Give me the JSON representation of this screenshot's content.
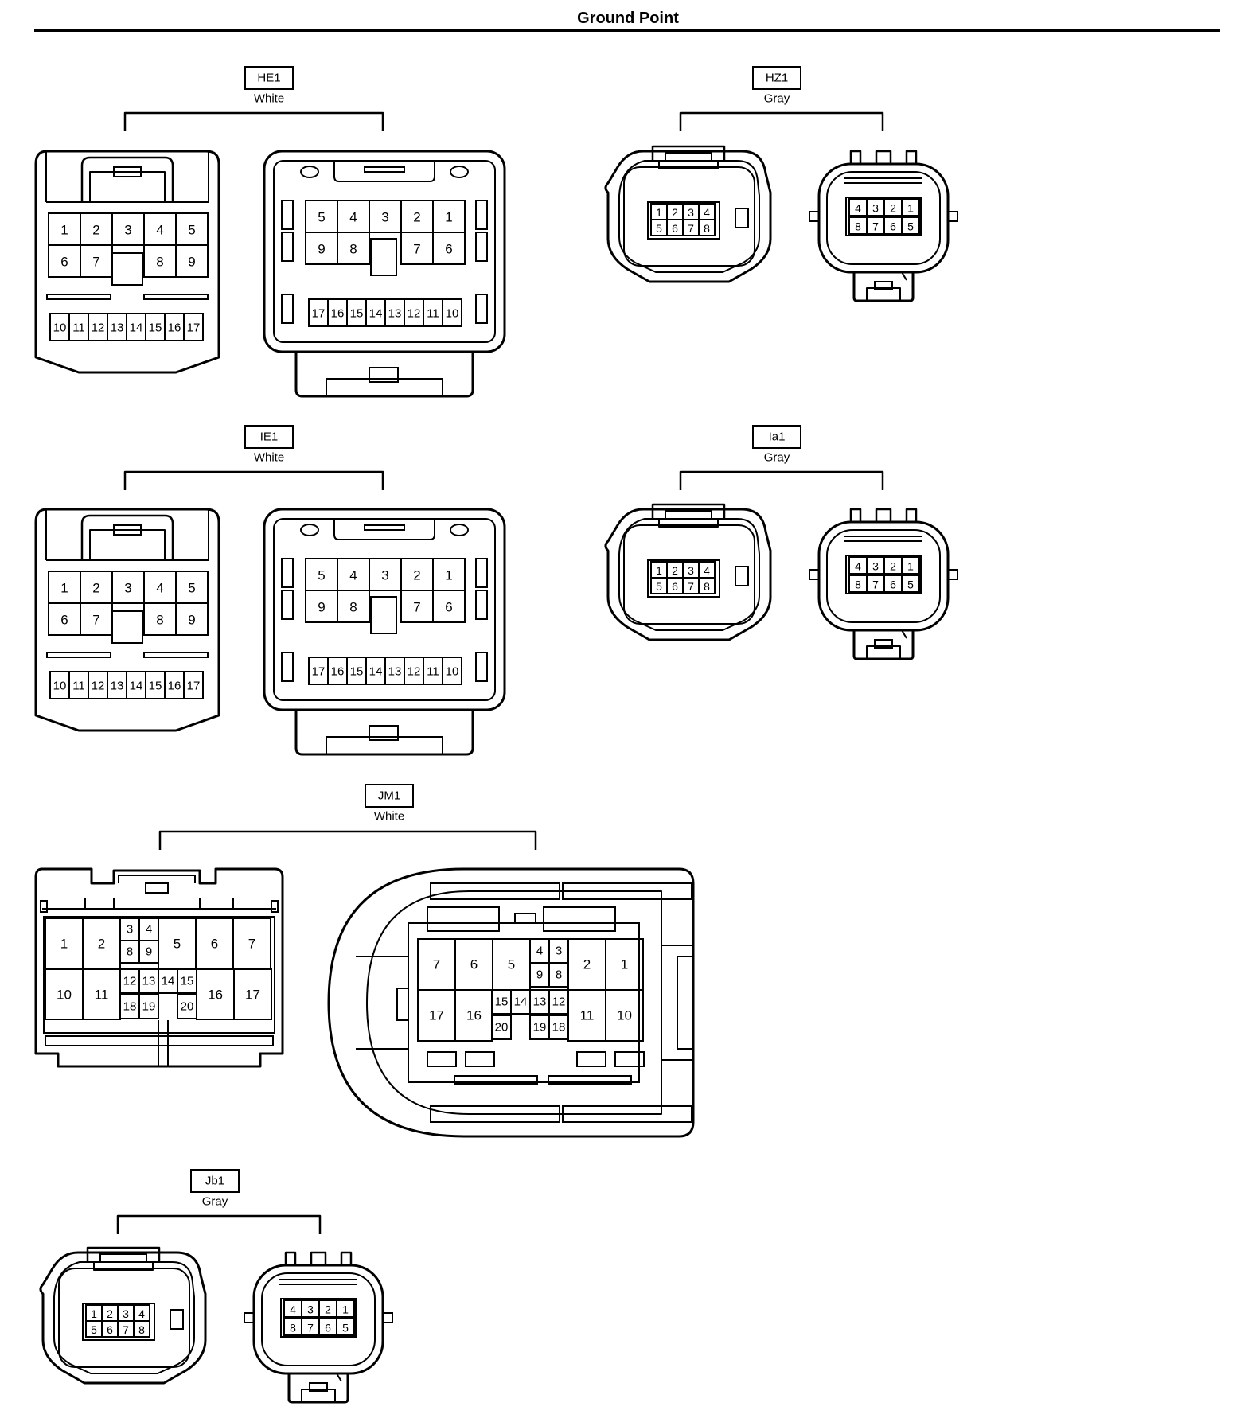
{
  "title": "Ground Point",
  "connectors": {
    "he1": {
      "code": "HE1",
      "color": "White"
    },
    "hz1": {
      "code": "HZ1",
      "color": "Gray"
    },
    "ie1": {
      "code": "IE1",
      "color": "White"
    },
    "ia1": {
      "code": "Ia1",
      "color": "Gray"
    },
    "jm1": {
      "code": "JM1",
      "color": "White"
    },
    "jb1": {
      "code": "Jb1",
      "color": "Gray"
    }
  },
  "pins_17_left": {
    "row1": [
      "1",
      "2",
      "3",
      "4",
      "5"
    ],
    "row2": [
      "6",
      "7",
      "8",
      "9"
    ],
    "row3": [
      "10",
      "11",
      "12",
      "13",
      "14",
      "15",
      "16",
      "17"
    ]
  },
  "pins_17_right": {
    "row1": [
      "5",
      "4",
      "3",
      "2",
      "1"
    ],
    "row2": [
      "9",
      "8",
      "7",
      "6"
    ],
    "row3": [
      "17",
      "16",
      "15",
      "14",
      "13",
      "12",
      "11",
      "10"
    ]
  },
  "pins_8_left": {
    "row1": [
      "1",
      "2",
      "3",
      "4"
    ],
    "row2": [
      "5",
      "6",
      "7",
      "8"
    ]
  },
  "pins_8_right": {
    "row1": [
      "4",
      "3",
      "2",
      "1"
    ],
    "row2": [
      "8",
      "7",
      "6",
      "5"
    ]
  },
  "pins_20_left": {
    "big_top_left": [
      "1",
      "2"
    ],
    "small_top": [
      "3",
      "4",
      "8",
      "9"
    ],
    "big_top_right": [
      "5",
      "6",
      "7"
    ],
    "big_bottom_left": [
      "10",
      "11"
    ],
    "small_bottom": [
      "12",
      "13",
      "14",
      "15",
      "18",
      "19",
      "20"
    ],
    "big_bottom_right": [
      "16",
      "17"
    ]
  },
  "pins_20_right": {
    "big_top_left": [
      "7",
      "6",
      "5"
    ],
    "small_top": [
      "4",
      "3",
      "9",
      "8"
    ],
    "big_top_right": [
      "2",
      "1"
    ],
    "big_bottom_left": [
      "17",
      "16"
    ],
    "small_bottom": [
      "15",
      "14",
      "13",
      "12",
      "20",
      "19",
      "18"
    ],
    "big_bottom_right": [
      "11",
      "10"
    ]
  }
}
